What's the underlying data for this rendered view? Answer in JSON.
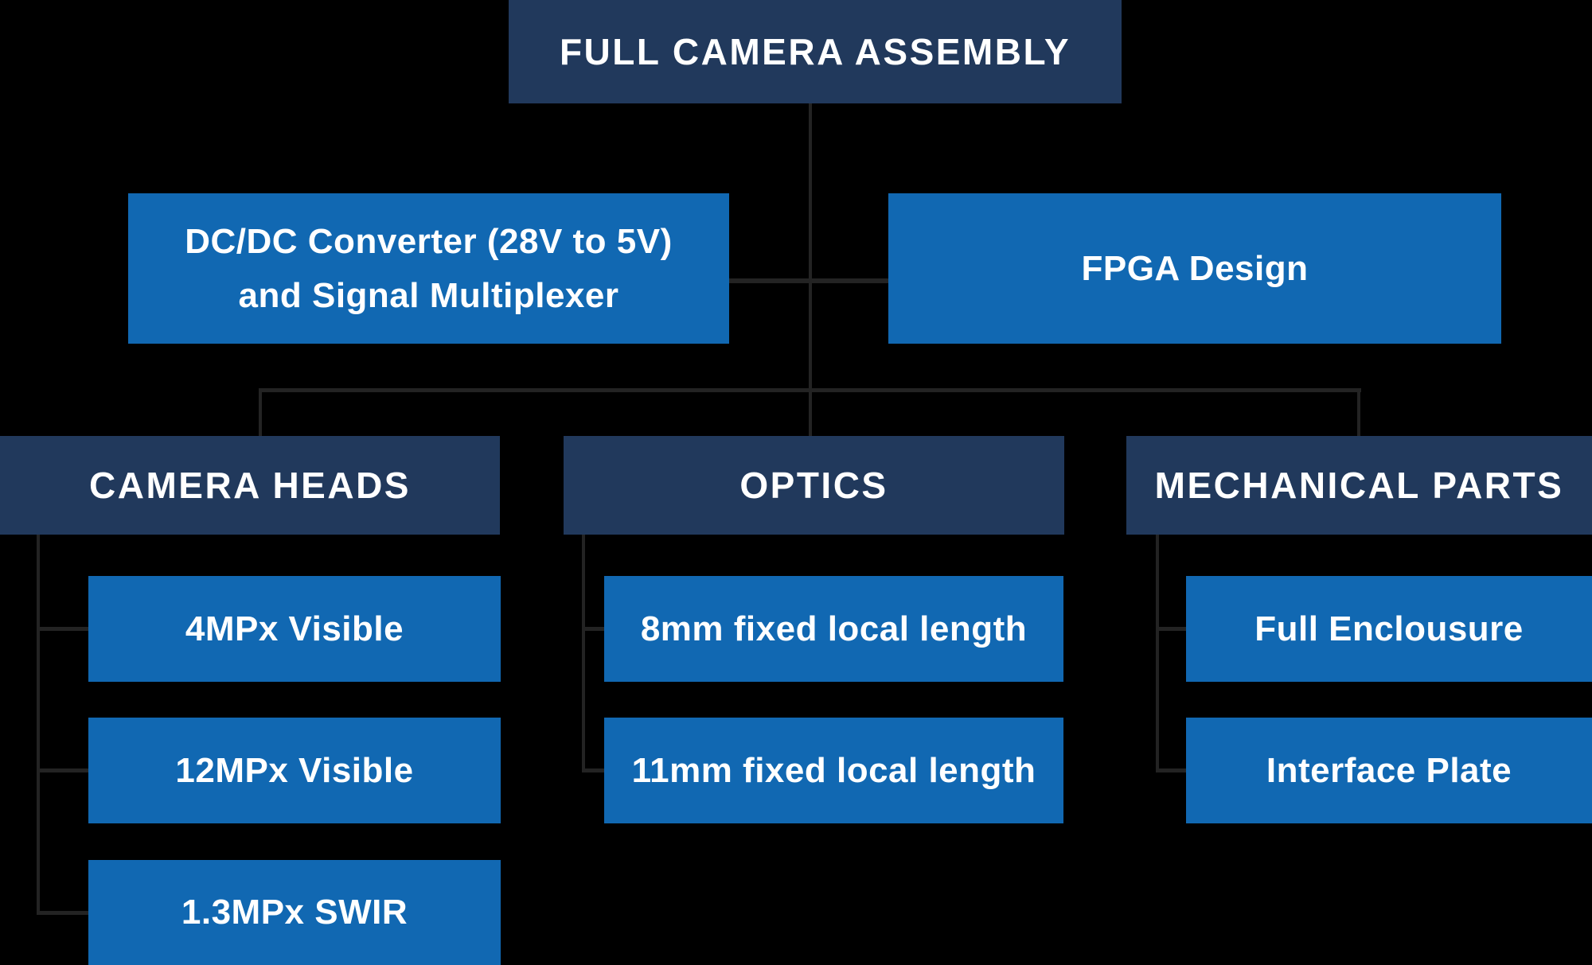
{
  "diagram": {
    "colors": {
      "background": "#000000",
      "category_box": "#21395c",
      "item_box": "#1168b2",
      "text": "#ffffff",
      "connector": "#232323"
    },
    "root": {
      "label": "FULL CAMERA ASSEMBLY"
    },
    "modules": [
      {
        "label_lines": [
          "DC/DC Converter (28V to 5V)",
          "and Signal Multiplexer"
        ]
      },
      {
        "label": "FPGA Design"
      }
    ],
    "branches": [
      {
        "header": "CAMERA HEADS",
        "children": [
          "4MPx Visible",
          "12MPx Visible",
          "1.3MPx SWIR"
        ]
      },
      {
        "header": "OPTICS",
        "children": [
          "8mm fixed local length",
          "11mm fixed local length"
        ]
      },
      {
        "header": "MECHANICAL PARTS",
        "children": [
          "Full Enclousure",
          "Interface Plate"
        ]
      }
    ]
  }
}
